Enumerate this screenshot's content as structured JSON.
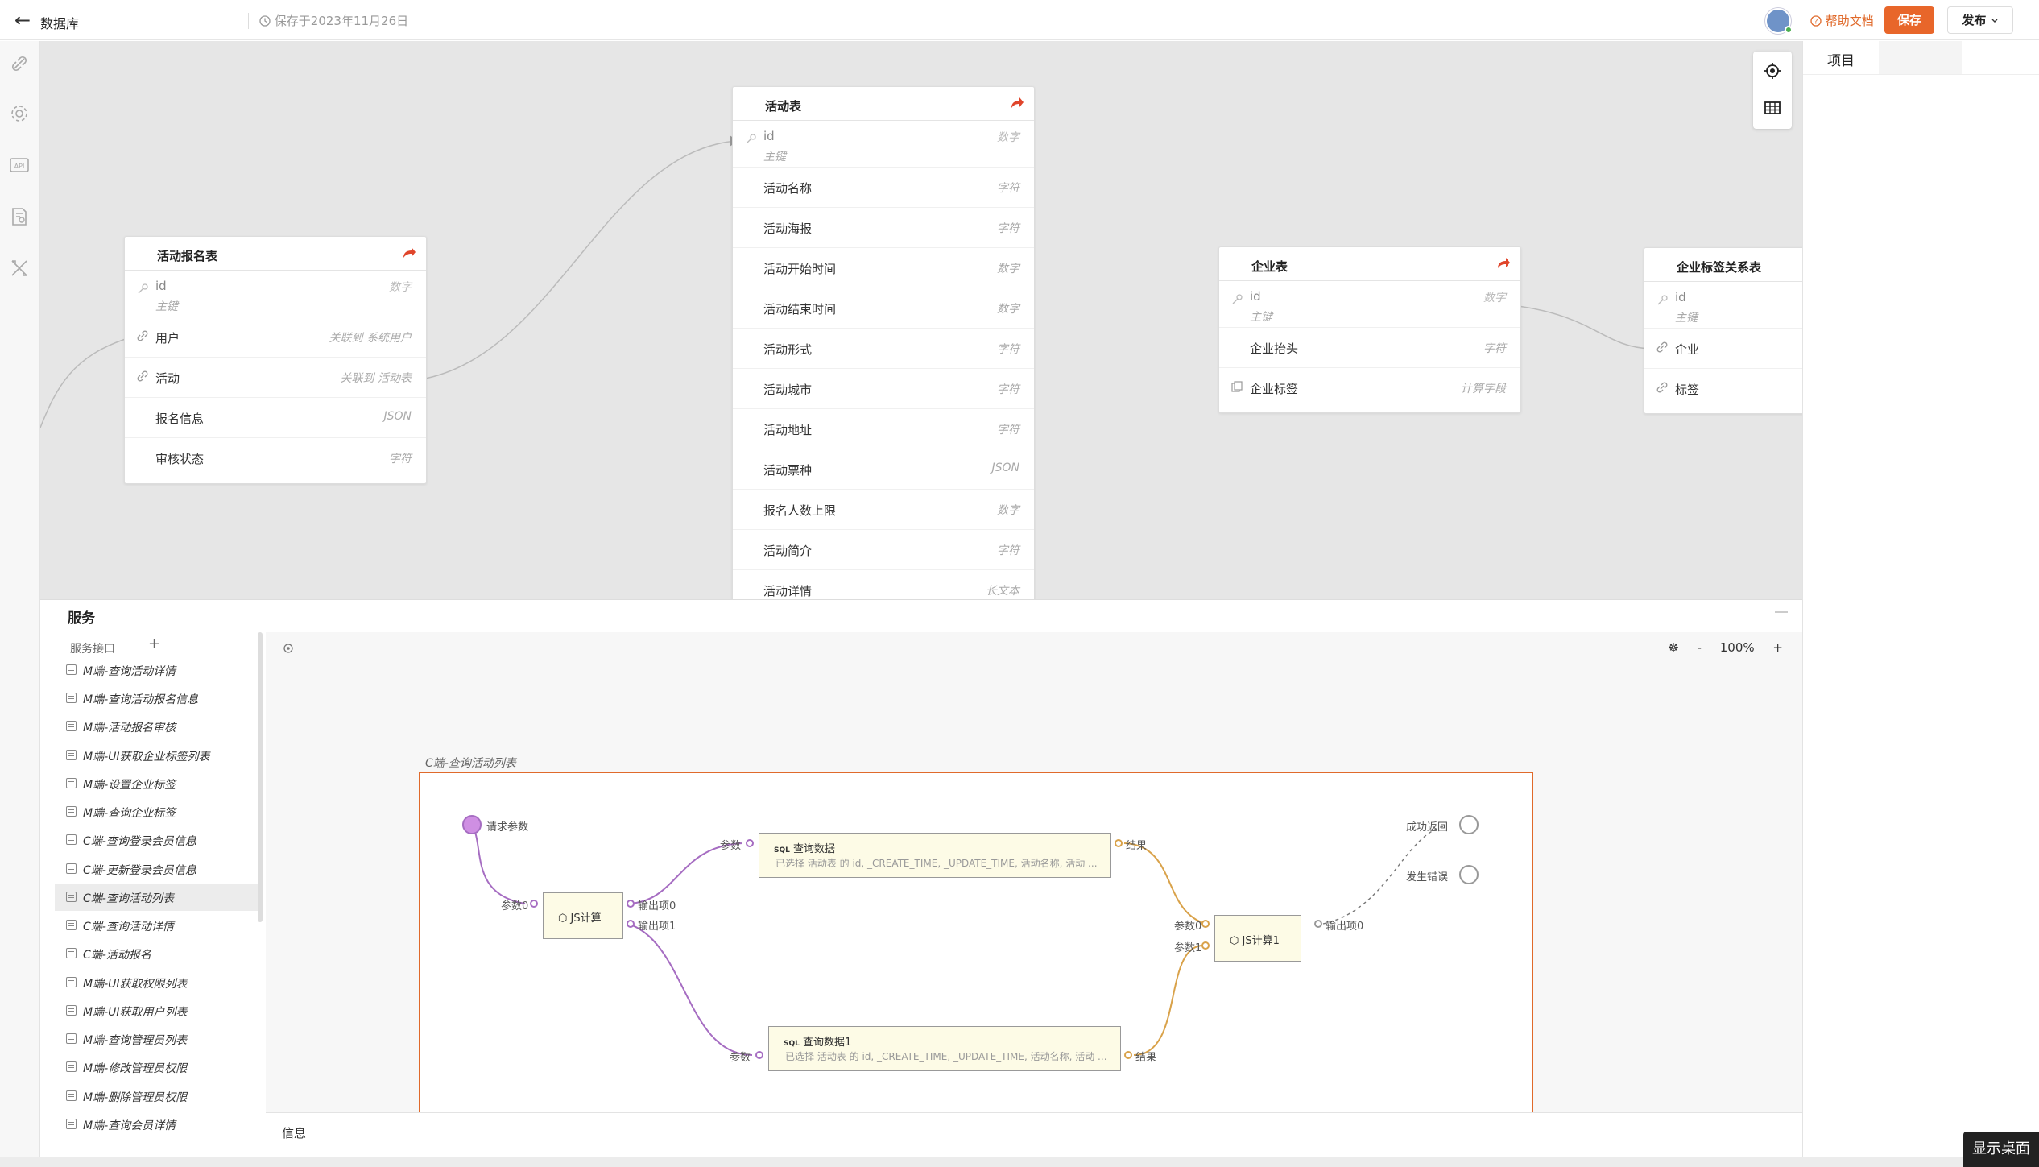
{
  "header": {
    "back_label": "←",
    "app_title": "数据库",
    "saved_text": "保存于2023年11月26日",
    "help_label": "帮助文档",
    "save_label": "保存",
    "publish_label": "发布"
  },
  "right_panel": {
    "tab": "项目"
  },
  "tables": [
    {
      "title": "活动报名表",
      "fields": [
        {
          "name": "id",
          "sub": "主键",
          "type": "数字",
          "icon": "key-icon"
        },
        {
          "name": "用户",
          "type": "关联到 系统用户",
          "icon": "link-icon"
        },
        {
          "name": "活动",
          "type": "关联到 活动表",
          "icon": "link-icon"
        },
        {
          "name": "报名信息",
          "type": "JSON"
        },
        {
          "name": "审核状态",
          "type": "字符"
        }
      ]
    },
    {
      "title": "活动表",
      "fields": [
        {
          "name": "id",
          "sub": "主键",
          "type": "数字",
          "icon": "key-icon"
        },
        {
          "name": "活动名称",
          "type": "字符"
        },
        {
          "name": "活动海报",
          "type": "字符"
        },
        {
          "name": "活动开始时间",
          "type": "数字"
        },
        {
          "name": "活动结束时间",
          "type": "数字"
        },
        {
          "name": "活动形式",
          "type": "字符"
        },
        {
          "name": "活动城市",
          "type": "字符"
        },
        {
          "name": "活动地址",
          "type": "字符"
        },
        {
          "name": "活动票种",
          "type": "JSON"
        },
        {
          "name": "报名人数上限",
          "type": "数字"
        },
        {
          "name": "活动简介",
          "type": "字符"
        },
        {
          "name": "活动详情",
          "type": "长文本"
        }
      ]
    },
    {
      "title": "企业表",
      "fields": [
        {
          "name": "id",
          "sub": "主键",
          "type": "数字",
          "icon": "key-icon"
        },
        {
          "name": "企业抬头",
          "type": "字符"
        },
        {
          "name": "企业标签",
          "type": "计算字段",
          "icon": "computed-icon"
        }
      ]
    },
    {
      "title": "企业标签关系表",
      "fields": [
        {
          "name": "id",
          "sub": "主键",
          "type": "",
          "icon": "key-icon"
        },
        {
          "name": "企业",
          "type": "",
          "icon": "link-icon"
        },
        {
          "name": "标签",
          "type": "",
          "icon": "link-icon"
        }
      ]
    }
  ],
  "service": {
    "title": "服务",
    "list_header": "服务接口",
    "list_add": "+",
    "items": [
      "M端-查询活动详情",
      "M端-查询活动报名信息",
      "M端-活动报名审核",
      "M端-UI获取企业标签列表",
      "M端-设置企业标签",
      "M端-查询企业标签",
      "C端-查询登录会员信息",
      "C端-更新登录会员信息",
      "C端-查询活动列表",
      "C端-查询活动详情",
      "C端-活动报名",
      "M端-UI获取权限列表",
      "M端-UI获取用户列表",
      "M端-查询管理员列表",
      "M端-修改管理员权限",
      "M端-删除管理员权限",
      "M端-查询会员详情"
    ],
    "active_index": 8,
    "zoom": {
      "minus": "-",
      "value": "100%",
      "plus": "+"
    },
    "flow": {
      "group_title": "C端-查询活动列表",
      "start_label": "请求参数",
      "js1": {
        "title": "JS计算",
        "in": "参数0",
        "out0": "输出项0",
        "out1": "输出项1"
      },
      "sql1": {
        "title": "查询数据",
        "tag": "SQL",
        "desc": "已选择 活动表 的 id, _CREATE_TIME, _UPDATE_TIME, 活动名称, 活动 ...",
        "in": "参数",
        "out": "结果"
      },
      "sql2": {
        "title": "查询数据1",
        "tag": "SQL",
        "desc": "已选择 活动表 的 id, _CREATE_TIME, _UPDATE_TIME, 活动名称, 活动 ...",
        "in": "参数",
        "out": "结果"
      },
      "js2": {
        "title": "JS计算1",
        "in0": "参数0",
        "in1": "参数1",
        "out": "输出项0"
      },
      "success_label": "成功返回",
      "error_label": "发生错误"
    },
    "info_label": "信息"
  },
  "desktop_button": "显示桌面"
}
